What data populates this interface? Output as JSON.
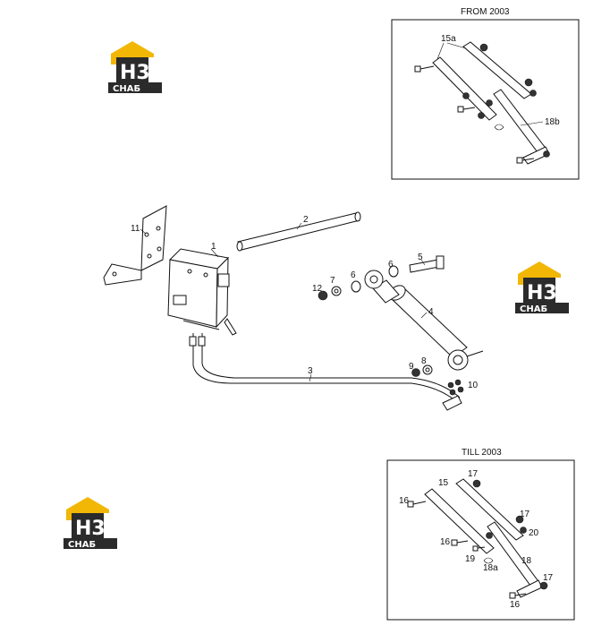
{
  "inset_top": {
    "caption": "FROM 2003",
    "labels": [
      "15a",
      "18b"
    ]
  },
  "inset_bottom": {
    "caption": "TILL 2003",
    "labels": [
      "15",
      "17",
      "16",
      "17",
      "20",
      "16",
      "19",
      "18",
      "18a",
      "17",
      "16"
    ]
  },
  "main_labels": [
    "1",
    "2",
    "3",
    "4",
    "5",
    "6",
    "6",
    "7",
    "8",
    "9",
    "10",
    "11",
    "12"
  ],
  "logo": {
    "mark": "H3",
    "text": "СНАБ",
    "accent": "#f2b705",
    "dark": "#2b2b2b"
  }
}
